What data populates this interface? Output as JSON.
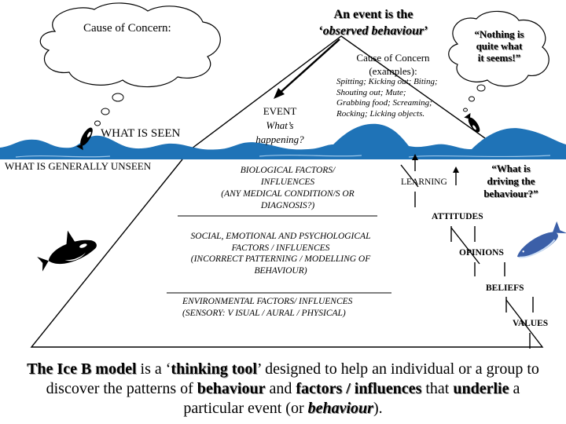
{
  "cause_of_concern": "Cause of Concern:",
  "event_title": {
    "line1": "An event is the",
    "quote_open": "‘",
    "observed_behaviour": "observed behaviour",
    "quote_close": "’"
  },
  "cause_examples": {
    "line1": "Cause of Concern",
    "line2": "(examples):"
  },
  "examples": [
    "Spitting; Kicking out; Biting;",
    "Shouting out; Mute;",
    "Grabbing food; Screaming;",
    "Rocking; Licking  objects."
  ],
  "thought_bubble": [
    "“Nothing is",
    "quite what",
    "it seems!”"
  ],
  "event": {
    "label": "EVENT",
    "question": [
      "What’s",
      "happening?"
    ]
  },
  "what_is_seen": "WHAT IS SEEN",
  "what_is_unseen": "WHAT IS GENERALLY UNSEEN",
  "factors": {
    "biological": [
      "BIOLOGICAL FACTORS/",
      "INFLUENCES",
      "(ANY MEDICAL CONDITION/S OR",
      "DIAGNOSIS?)"
    ],
    "social": [
      "SOCIAL, EMOTIONAL AND PSYCHOLOGICAL",
      "FACTORS / INFLUENCES",
      "(INCORRECT PATTERNING / MODELLING OF",
      "BEHAVIOUR)"
    ],
    "environmental": [
      "ENVIRONMENTAL FACTORS/ INFLUENCES",
      "(SENSORY: V ISUAL / AURAL / PHYSICAL)"
    ]
  },
  "driving_question": [
    "“What is",
    "driving the",
    "behaviour?”"
  ],
  "layers": {
    "learning": "LEARNING",
    "attitudes": "ATTITUDES",
    "opinions": "OPINIONS",
    "beliefs": "BELIEFS",
    "values": "VALUES"
  },
  "caption": {
    "p1": "The Ice B model",
    "p2": " is a ‘",
    "p3": "thinking tool",
    "p4": "’ designed to help an individual or a group to discover the patterns of ",
    "p5": "behaviour",
    "p6": " and ",
    "p7": "factors / influences",
    "p8": " that ",
    "p9": "underlie",
    "p10": " a particular event (or ",
    "p11": "behaviour",
    "p12": ")."
  },
  "colors": {
    "sea": "#1f73b7",
    "iceberg": "#1f73b7",
    "orca": "#000000",
    "whale_blue": "#3b5fa8"
  }
}
